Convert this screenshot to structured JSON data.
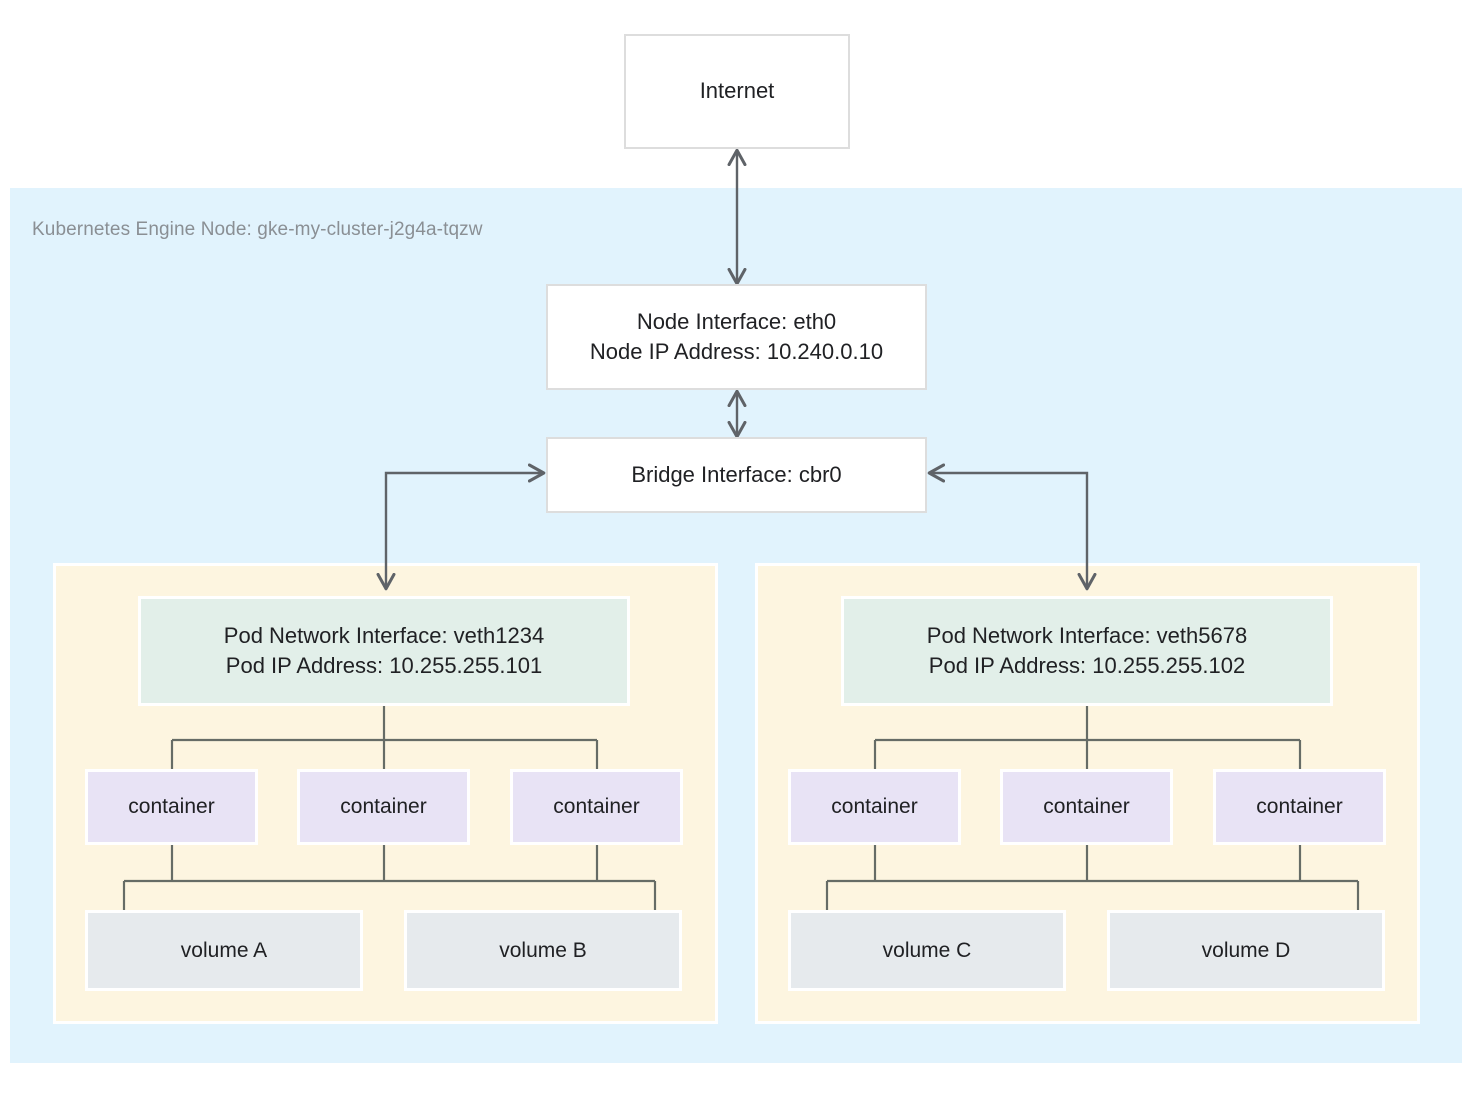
{
  "diagram": {
    "title_region": "Kubernetes Engine Node: gke-my-cluster-j2g4a-tqzw",
    "colors": {
      "node_region_bg": "#e1f3fd",
      "pod_panel_bg": "#fdf5e0",
      "pod_interface_bg": "#e2efe9",
      "container_bg": "#e8e3f5",
      "volume_bg": "#e6eaed",
      "box_bg": "#ffffff",
      "box_border": "#dddddd",
      "connector": "#5f6368",
      "text": "#202124",
      "muted_text": "#8a8f94"
    }
  },
  "internet": {
    "label": "Internet"
  },
  "node_interface": {
    "line1": "Node Interface: eth0",
    "line2": "Node IP Address: 10.240.0.10"
  },
  "bridge": {
    "label": "Bridge Interface: cbr0"
  },
  "pods": [
    {
      "interface_line1": "Pod Network Interface: veth1234",
      "interface_line2": "Pod IP Address: 10.255.255.101",
      "containers": [
        "container",
        "container",
        "container"
      ],
      "volumes": [
        "volume A",
        "volume B"
      ]
    },
    {
      "interface_line1": "Pod Network Interface: veth5678",
      "interface_line2": "Pod IP Address: 10.255.255.102",
      "containers": [
        "container",
        "container",
        "container"
      ],
      "volumes": [
        "volume C",
        "volume D"
      ]
    }
  ]
}
